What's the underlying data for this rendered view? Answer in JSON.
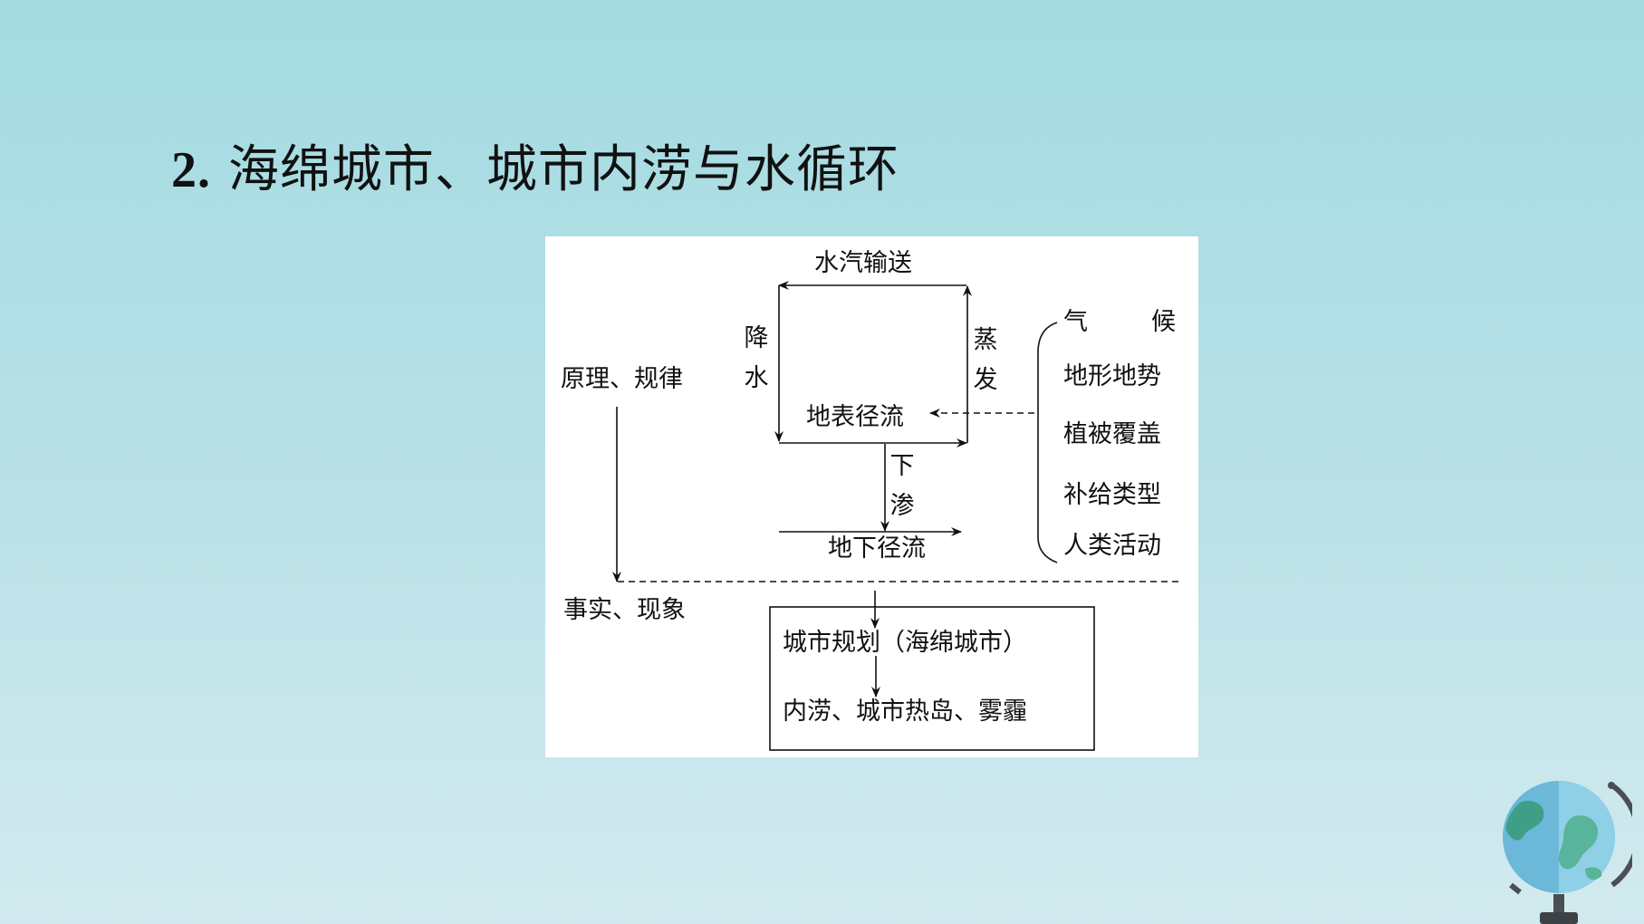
{
  "slide": {
    "title_number": "2",
    "title_dot": ".",
    "title_text": "海绵城市、城市内涝与水循环"
  },
  "diagram": {
    "cycle": {
      "top": "水汽输送",
      "left": "降水",
      "right": "蒸发",
      "inner": "地表径流",
      "infiltration": "下渗",
      "groundwater": "地下径流"
    },
    "principle": "原理、规律",
    "facts": "事实、现象",
    "factors": {
      "climate_1": "气",
      "climate_2": "候",
      "terrain": "地形地势",
      "vegetation": "植被覆盖",
      "supply": "补给类型",
      "human": "人类活动"
    },
    "box": {
      "planning": "城市规划（海绵城市）",
      "effects": "内涝、城市热岛、雾霾"
    }
  },
  "colors": {
    "background_top": "#a3dbe1",
    "background_bottom": "#d2eaef",
    "diagram_bg": "#ffffff",
    "ink": "#111111"
  },
  "icons": [
    "globe-icon"
  ]
}
